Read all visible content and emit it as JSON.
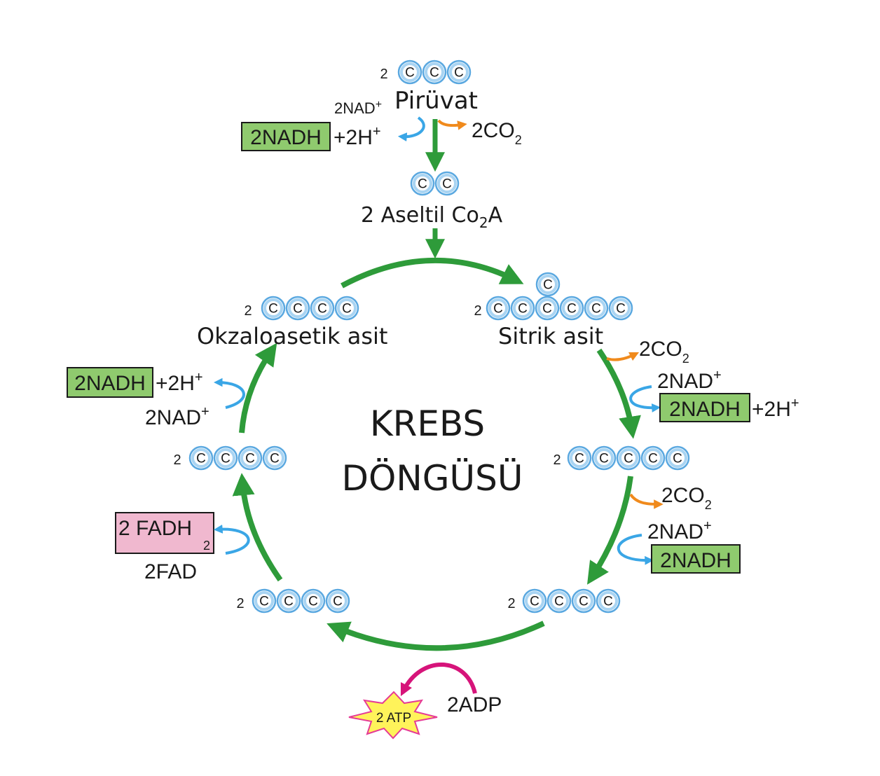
{
  "title": "KREBS",
  "title_line2": "DÖNGÜSÜ",
  "carbon_symbol": "C",
  "colors": {
    "cycle_arrow": "#2e9b3a",
    "nad_arrow": "#3aa6e6",
    "co2_arrow": "#f08a1c",
    "atp_arrow": "#d6147a",
    "nadh_box": "#8fca6e",
    "fadh_box": "#f0b8cf",
    "atp_star": "#fff35a"
  },
  "pyruvate": {
    "count": "2",
    "carbons": 3,
    "name": "Pirüvat",
    "nad": "2NAD",
    "nad_charge": "+",
    "nadh": "2NADH",
    "h": "+2H",
    "h_charge": "+",
    "co2": "2CO",
    "co2_sub": "2"
  },
  "acetyl": {
    "carbons": 2,
    "name": "2 Aseltil Co",
    "name_sub": "2",
    "name_end": "A"
  },
  "citric": {
    "count": "2",
    "carbons": 6,
    "top_carbon": 1,
    "name": "Sitrik asit",
    "co2": "2CO",
    "co2_sub": "2",
    "nad": "2NAD",
    "nad_charge": "+",
    "nadh": "2NADH",
    "h": "+2H",
    "h_charge": "+"
  },
  "five_c": {
    "count": "2",
    "carbons": 5,
    "co2": "2CO",
    "co2_sub": "2",
    "nad": "2NAD",
    "nad_charge": "+",
    "nadh": "2NADH"
  },
  "four_c_right": {
    "count": "2",
    "carbons": 4
  },
  "atp_step": {
    "adp": "2ADP",
    "atp": "2 ATP"
  },
  "four_c_bottom": {
    "count": "2",
    "carbons": 4
  },
  "fad_step": {
    "fadh": "2 FADH",
    "fadh_sub": "2",
    "fad": "2FAD"
  },
  "four_c_left": {
    "count": "2",
    "carbons": 4
  },
  "nad_left": {
    "nadh": "2NADH",
    "h": "+2H",
    "h_charge": "+",
    "nad": "2NAD",
    "nad_charge": "+"
  },
  "oxaloacetate": {
    "count": "2",
    "carbons": 4,
    "name": "Okzaloasetik asit"
  }
}
